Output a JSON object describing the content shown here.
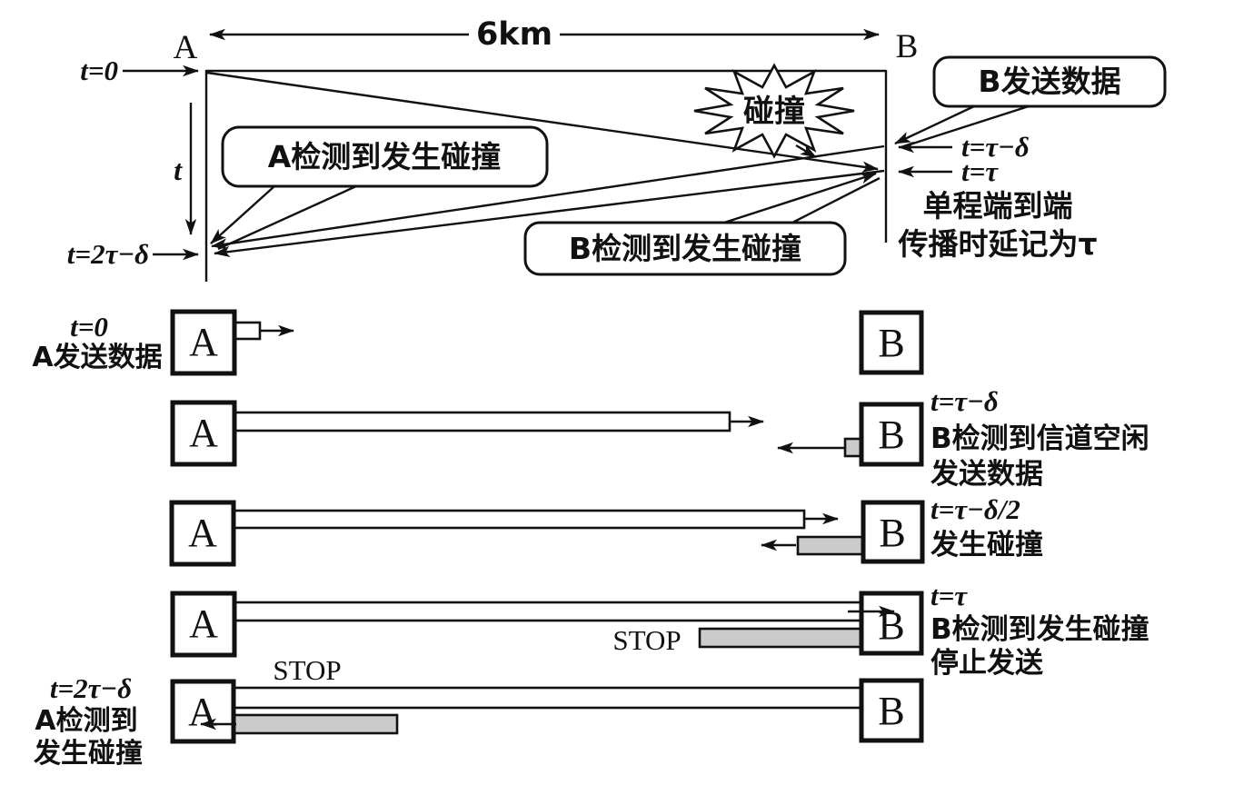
{
  "colors": {
    "ink": "#111111",
    "frame_gray": "#cbcbcb",
    "background": "#ffffff"
  },
  "top": {
    "node_a": "A",
    "node_b": "B",
    "distance_label": "6km",
    "t0_label": "t=0",
    "t_axis_label": "t",
    "t_2tau_delta_label": "t=2τ−δ",
    "t_tau_delta_label": "t=τ−δ",
    "t_tau_label": "t=τ",
    "collision_label": "碰撞",
    "a_detect_bubble": "A检测到发生碰撞",
    "b_send_bubble": "B发送数据",
    "b_detect_bubble": "B检测到发生碰撞",
    "prop_delay_line1": "单程端到端",
    "prop_delay_line2": "传播时延记为τ"
  },
  "rows": [
    {
      "a": "A",
      "b": "B",
      "lines": [
        "t=0",
        "A发送数据"
      ]
    },
    {
      "a": "A",
      "b": "B",
      "lines": [
        "t=τ−δ",
        "B检测到信道空闲",
        "发送数据"
      ]
    },
    {
      "a": "A",
      "b": "B",
      "lines": [
        "t=τ−δ/2",
        "发生碰撞"
      ]
    },
    {
      "a": "A",
      "b": "B",
      "stop": "STOP",
      "lines": [
        "t=τ",
        "B检测到发生碰撞",
        "停止发送"
      ]
    },
    {
      "a": "A",
      "b": "B",
      "stop": "STOP",
      "lines": [
        "t=2τ−δ",
        "A检测到",
        "发生碰撞"
      ]
    }
  ]
}
